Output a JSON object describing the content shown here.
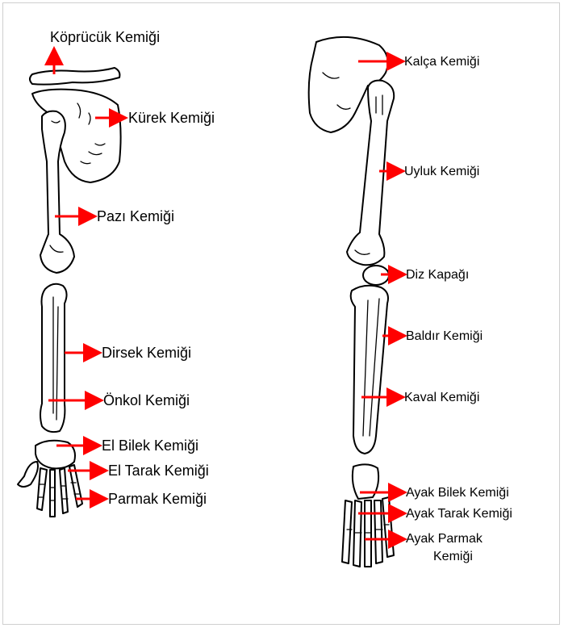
{
  "colors": {
    "arrow": "#ff0000",
    "outline": "#000000",
    "background": "#ffffff"
  },
  "labels": {
    "kopruck": "Köprücük Kemiği",
    "kurek": "Kürek Kemiği",
    "pazi": "Pazı Kemiği",
    "dirsek": "Dirsek Kemiği",
    "onkol": "Önkol Kemiği",
    "el_bilek": "El Bilek Kemiği",
    "el_tarak": "El Tarak Kemiği",
    "parmak": "Parmak Kemiği",
    "kalca": "Kalça Kemiği",
    "uyluk": "Uyluk Kemiği",
    "diz_kapagi": "Diz Kapağı",
    "baldir": "Baldır Kemiği",
    "kaval": "Kaval Kemiği",
    "ayak_bilek": "Ayak Bilek Kemiği",
    "ayak_tarak": "Ayak Tarak Kemiği",
    "ayak_parmak_line1": "Ayak Parmak",
    "ayak_parmak_line2": "Kemiği"
  }
}
